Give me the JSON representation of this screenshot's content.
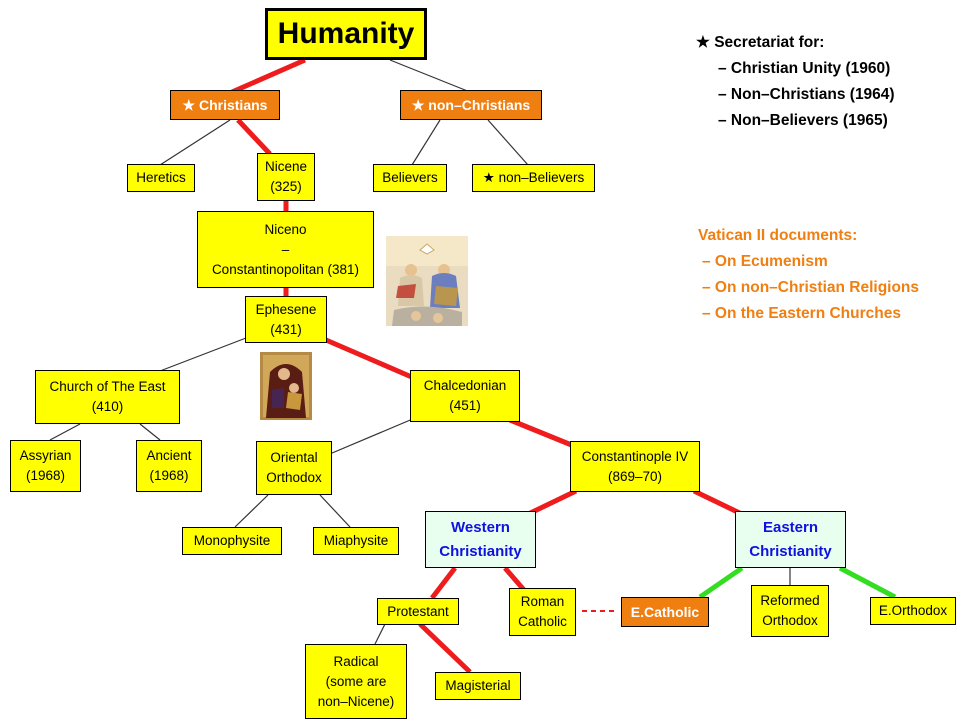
{
  "colors": {
    "node_fill": "#ffff00",
    "orange_fill": "#f07f12",
    "church_fill": "#e8fff0",
    "church_text": "#1010e0",
    "red_link": "#ee1c1c",
    "green_link": "#33dd22",
    "thin_link": "#333333",
    "docs_text": "#f07f12"
  },
  "nodes": {
    "humanity": "Humanity",
    "christians": "★ Christians",
    "non_christians": "★ non–Christians",
    "heretics": "Heretics",
    "nicene": [
      "Nicene",
      "(325)"
    ],
    "believers": "Believers",
    "non_believers": "★ non–Believers",
    "niceno": [
      "Niceno",
      "–",
      "Constantinopolitan (381)"
    ],
    "ephesene": [
      "Ephesene",
      "(431)"
    ],
    "church_east": [
      "Church of The East",
      "(410)"
    ],
    "chalcedonian": [
      "Chalcedonian",
      "(451)"
    ],
    "assyrian": [
      "Assyrian",
      "(1968)"
    ],
    "ancient": [
      "Ancient",
      "(1968)"
    ],
    "oriental": [
      "Oriental",
      "Orthodox"
    ],
    "constantinople": [
      "Constantinople IV",
      "(869–70)"
    ],
    "monophysite": "Monophysite",
    "miaphysite": "Miaphysite",
    "western": [
      "Western",
      "Christianity"
    ],
    "eastern": [
      "Eastern",
      "Christianity"
    ],
    "protestant": "Protestant",
    "roman": [
      "Roman",
      "Catholic"
    ],
    "ecatholic": "E.Catholic",
    "reformed": [
      "Reformed",
      "Orthodox"
    ],
    "eorthodox": "E.Orthodox",
    "radical": [
      "Radical",
      "(some are",
      "non–Nicene)"
    ],
    "magisterial": "Magisterial"
  },
  "secretariat": {
    "heading": "★ Secretariat for:",
    "items": [
      "– Christian Unity (1960)",
      "– Non–Christians (1964)",
      "– Non–Believers (1965)"
    ]
  },
  "documents": {
    "heading": "Vatican II documents:",
    "items": [
      "– On Ecumenism",
      "– On non–Christian Religions",
      "– On the Eastern Churches"
    ]
  },
  "icons": {
    "trinity": "trinity-icon",
    "theotokos": "theotokos-icon"
  }
}
